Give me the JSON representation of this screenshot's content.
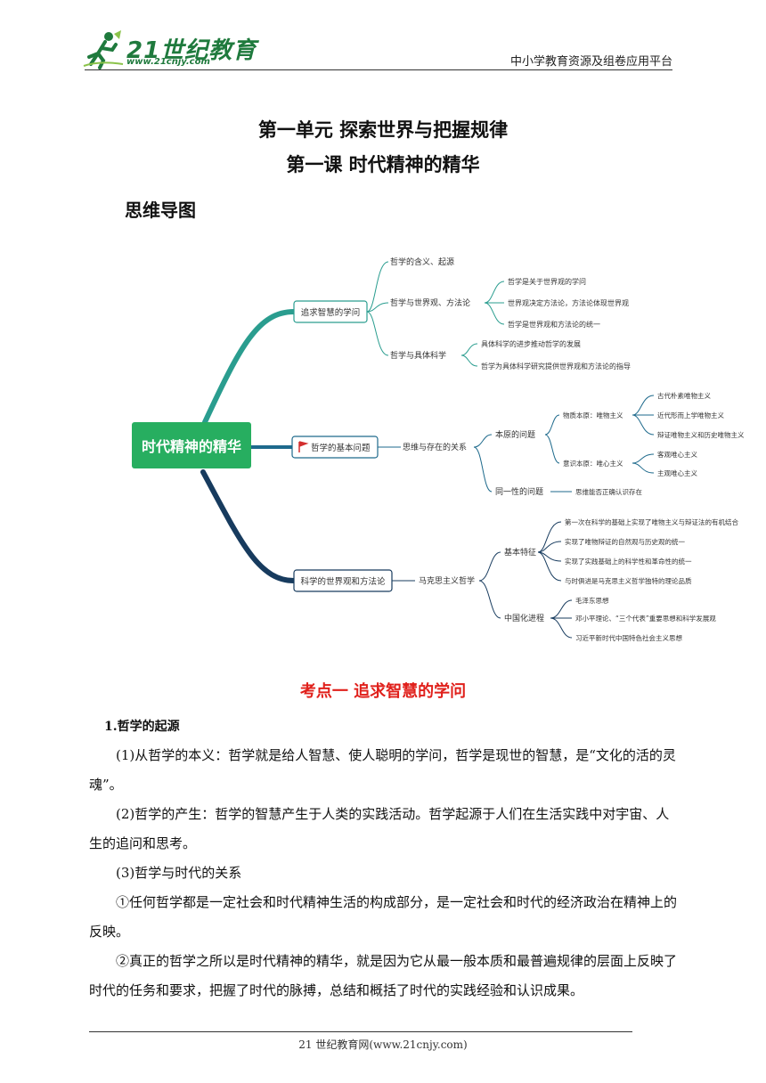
{
  "header": {
    "logo_text": "21世纪教育",
    "logo_url": "www.21cnjy.com",
    "platform": "中小学教育资源及组卷应用平台"
  },
  "titles": {
    "unit": "第一单元  探索世界与把握规律",
    "lesson": "第一课  时代精神的精华",
    "mindmap_heading": "思维导图"
  },
  "mindmap": {
    "root": "时代精神的精华",
    "b1": {
      "label": "追求智慧的学问",
      "c1": "哲学的含义、起源",
      "c2": "哲学与世界观、方法论",
      "c2_items": [
        "哲学是关于世界观的学问",
        "世界观决定方法论，方法论体现世界观",
        "哲学是世界观和方法论的统一"
      ],
      "c3": "哲学与具体科学",
      "c3_items": [
        "具体科学的进步推动哲学的发展",
        "哲学为具体科学研究提供世界观和方法论的指导"
      ]
    },
    "b2": {
      "label": "哲学的基本问题",
      "relation": "思维与存在的关系",
      "origin": "本原的问题",
      "matter": "物质本原：唯物主义",
      "matter_items": [
        "古代朴素唯物主义",
        "近代形而上学唯物主义",
        "辩证唯物主义和历史唯物主义"
      ],
      "mind": "意识本原：唯心主义",
      "mind_items": [
        "客观唯心主义",
        "主观唯心主义"
      ],
      "identity": "同一性的问题",
      "identity_item": "思维能否正确认识存在"
    },
    "b3": {
      "label": "科学的世界观和方法论",
      "marxism": "马克思主义哲学",
      "features": "基本特征",
      "feature_items": [
        "第一次在科学的基础上实现了唯物主义与辩证法的有机结合",
        "实现了唯物辩证的自然观与历史观的统一",
        "实现了实践基础上的科学性和革命性的统一",
        "与时俱进是马克思主义哲学独特的理论品质"
      ],
      "sinicization": "中国化进程",
      "sinicization_items": [
        "毛泽东思想",
        "邓小平理论、“三个代表”重要思想和科学发展观",
        "习近平新时代中国特色社会主义思想"
      ]
    }
  },
  "section": {
    "title": "考点一  追求智慧的学问",
    "sub_heading": "1.哲学的起源",
    "p1": "(1)从哲学的本义：哲学就是给人智慧、使人聪明的学问，哲学是现世的智慧，是“文化的活的灵魂”。",
    "p2": "(2)哲学的产生：哲学的智慧产生于人类的实践活动。哲学起源于人们在生活实践中对宇宙、人生的追问和思考。",
    "p3": "(3)哲学与时代的关系",
    "p4": "①任何哲学都是一定社会和时代精神生活的构成部分，是一定社会和时代的经济政治在精神上的反映。",
    "p5": "②真正的哲学之所以是时代精神的精华，就是因为它从最一般本质和最普遍规律的层面上反映了时代的任务和要求，把握了时代的脉搏，总结和概括了时代的实践经验和认识成果。"
  },
  "footer": {
    "text": "21 世纪教育网(www.21cnjy.com)"
  },
  "colors": {
    "root_fill": "#27ae60",
    "branch_teal": "#2a9d8f",
    "branch_blue": "#1e6a8c",
    "branch_navy": "#173b5e",
    "section_red": "#e0201b"
  }
}
